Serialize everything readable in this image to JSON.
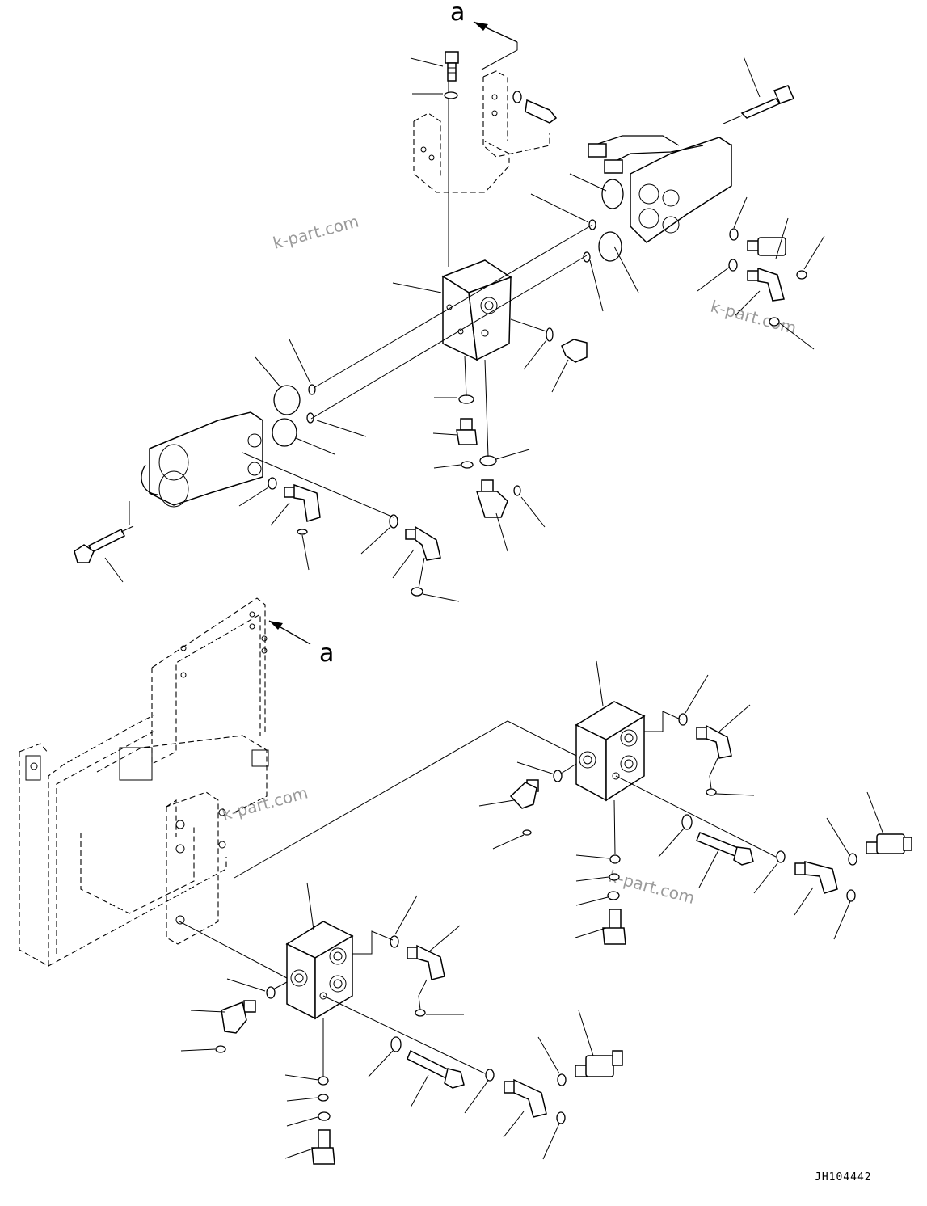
{
  "diagram": {
    "callout_label": "a",
    "watermark": "k-part.com",
    "drawing_code": "JH104442"
  }
}
